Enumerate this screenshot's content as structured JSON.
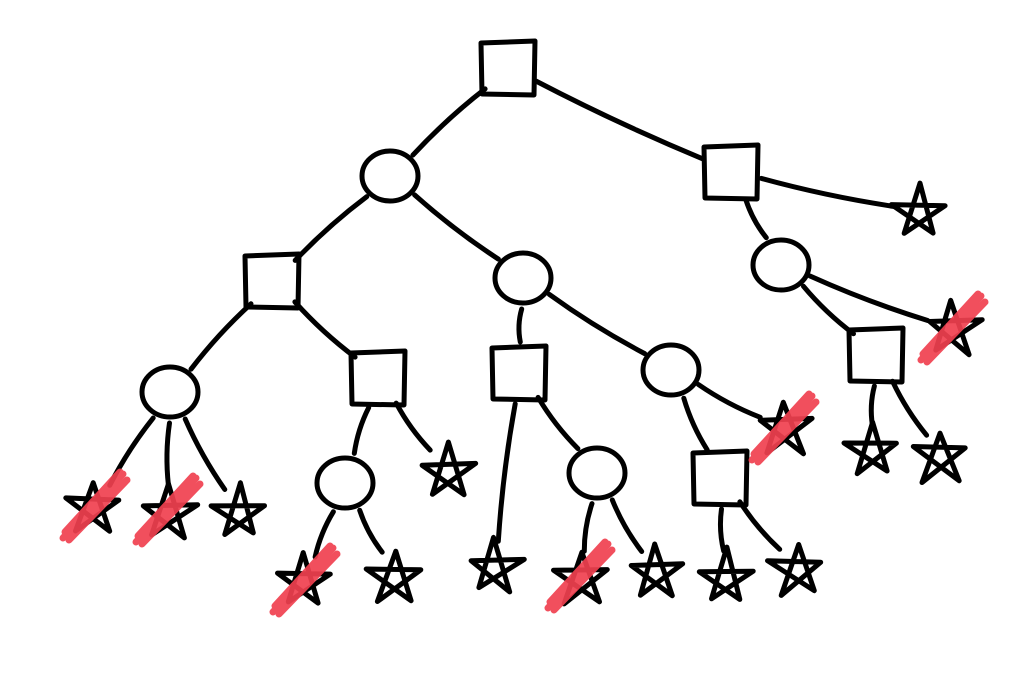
{
  "colors": {
    "ink": "#000000",
    "strike": "#f0404f",
    "background": "#ffffff"
  },
  "tree": {
    "root": {
      "kind": "square",
      "children": [
        {
          "kind": "circle",
          "children": [
            {
              "kind": "square",
              "children": [
                {
                  "kind": "circle",
                  "children": [
                    {
                      "kind": "star",
                      "crossed_out": true
                    },
                    {
                      "kind": "star",
                      "crossed_out": true
                    },
                    {
                      "kind": "star",
                      "crossed_out": false
                    }
                  ]
                },
                {
                  "kind": "square",
                  "children": [
                    {
                      "kind": "circle",
                      "children": [
                        {
                          "kind": "star",
                          "crossed_out": true
                        },
                        {
                          "kind": "star",
                          "crossed_out": false
                        }
                      ]
                    },
                    {
                      "kind": "star",
                      "crossed_out": false
                    }
                  ]
                }
              ]
            },
            {
              "kind": "circle",
              "children": [
                {
                  "kind": "square",
                  "children": [
                    {
                      "kind": "star",
                      "crossed_out": false
                    },
                    {
                      "kind": "circle",
                      "children": [
                        {
                          "kind": "star",
                          "crossed_out": true
                        },
                        {
                          "kind": "star",
                          "crossed_out": false
                        }
                      ]
                    }
                  ]
                },
                {
                  "kind": "circle",
                  "children": [
                    {
                      "kind": "square",
                      "children": [
                        {
                          "kind": "star",
                          "crossed_out": false
                        },
                        {
                          "kind": "star",
                          "crossed_out": false
                        }
                      ]
                    },
                    {
                      "kind": "star",
                      "crossed_out": true
                    }
                  ]
                }
              ]
            }
          ]
        },
        {
          "kind": "square",
          "children": [
            {
              "kind": "circle",
              "children": [
                {
                  "kind": "square",
                  "children": [
                    {
                      "kind": "star",
                      "crossed_out": false
                    },
                    {
                      "kind": "star",
                      "crossed_out": false
                    }
                  ]
                },
                {
                  "kind": "star",
                  "crossed_out": true
                }
              ]
            },
            {
              "kind": "star",
              "crossed_out": false
            }
          ]
        }
      ]
    }
  }
}
